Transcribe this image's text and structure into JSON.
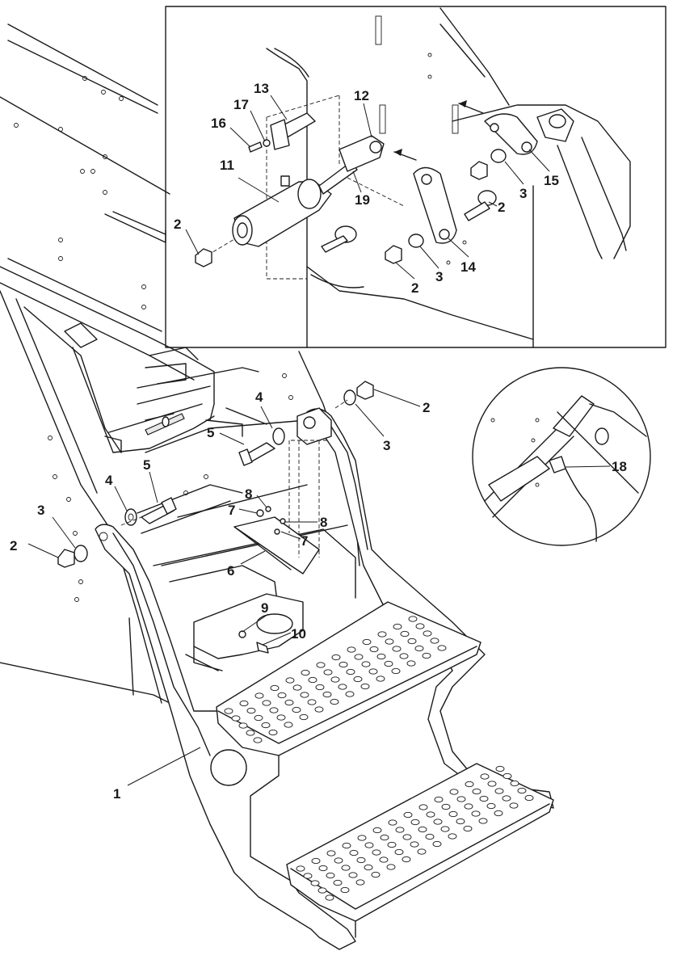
{
  "callouts": {
    "main": [
      {
        "id": "c1",
        "label": "1"
      },
      {
        "id": "c2a",
        "label": "2"
      },
      {
        "id": "c2b",
        "label": "2"
      },
      {
        "id": "c3a",
        "label": "3"
      },
      {
        "id": "c3b",
        "label": "3"
      },
      {
        "id": "c4a",
        "label": "4"
      },
      {
        "id": "c4b",
        "label": "4"
      },
      {
        "id": "c5a",
        "label": "5"
      },
      {
        "id": "c5b",
        "label": "5"
      },
      {
        "id": "c6",
        "label": "6"
      },
      {
        "id": "c7a",
        "label": "7"
      },
      {
        "id": "c7b",
        "label": "7"
      },
      {
        "id": "c8a",
        "label": "8"
      },
      {
        "id": "c8b",
        "label": "8"
      },
      {
        "id": "c9",
        "label": "9"
      },
      {
        "id": "c10",
        "label": "10"
      }
    ],
    "inset_top": [
      {
        "id": "t2a",
        "label": "2"
      },
      {
        "id": "t2b",
        "label": "2"
      },
      {
        "id": "t2c",
        "label": "2"
      },
      {
        "id": "t3a",
        "label": "3"
      },
      {
        "id": "t3b",
        "label": "3"
      },
      {
        "id": "t11",
        "label": "11"
      },
      {
        "id": "t12",
        "label": "12"
      },
      {
        "id": "t13",
        "label": "13"
      },
      {
        "id": "t14",
        "label": "14"
      },
      {
        "id": "t15",
        "label": "15"
      },
      {
        "id": "t16",
        "label": "16"
      },
      {
        "id": "t17",
        "label": "17"
      },
      {
        "id": "t19",
        "label": "19"
      }
    ],
    "inset_circle": [
      {
        "id": "r18",
        "label": "18"
      }
    ]
  }
}
